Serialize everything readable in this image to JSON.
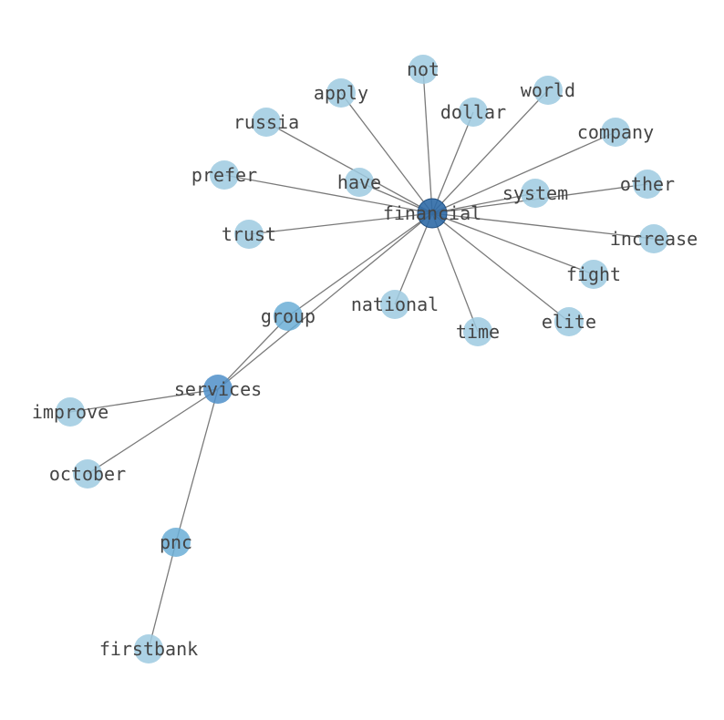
{
  "graph": {
    "nodes": [
      {
        "id": "financial",
        "label": "financial",
        "color": "#2f6aa6"
      },
      {
        "id": "not",
        "label": "not",
        "color": "#9ecae1"
      },
      {
        "id": "apply",
        "label": "apply",
        "color": "#9ecae1"
      },
      {
        "id": "dollar",
        "label": "dollar",
        "color": "#9ecae1"
      },
      {
        "id": "world",
        "label": "world",
        "color": "#9ecae1"
      },
      {
        "id": "russia",
        "label": "russia",
        "color": "#9ecae1"
      },
      {
        "id": "company",
        "label": "company",
        "color": "#9ecae1"
      },
      {
        "id": "prefer",
        "label": "prefer",
        "color": "#9ecae1"
      },
      {
        "id": "have",
        "label": "have",
        "color": "#9ecae1"
      },
      {
        "id": "system",
        "label": "system",
        "color": "#9ecae1"
      },
      {
        "id": "other",
        "label": "other",
        "color": "#9ecae1"
      },
      {
        "id": "trust",
        "label": "trust",
        "color": "#9ecae1"
      },
      {
        "id": "increase",
        "label": "increase",
        "color": "#9ecae1"
      },
      {
        "id": "fight",
        "label": "fight",
        "color": "#9ecae1"
      },
      {
        "id": "national",
        "label": "national",
        "color": "#9ecae1"
      },
      {
        "id": "group",
        "label": "group",
        "color": "#6baed6"
      },
      {
        "id": "time",
        "label": "time",
        "color": "#9ecae1"
      },
      {
        "id": "elite",
        "label": "elite",
        "color": "#9ecae1"
      },
      {
        "id": "services",
        "label": "services",
        "color": "#4f8fc9"
      },
      {
        "id": "improve",
        "label": "improve",
        "color": "#9ecae1"
      },
      {
        "id": "october",
        "label": "october",
        "color": "#9ecae1"
      },
      {
        "id": "pnc",
        "label": "pnc",
        "color": "#6baed6"
      },
      {
        "id": "firstbank",
        "label": "firstbank",
        "color": "#9ecae1"
      }
    ],
    "edges": [
      [
        "financial",
        "not"
      ],
      [
        "financial",
        "apply"
      ],
      [
        "financial",
        "dollar"
      ],
      [
        "financial",
        "world"
      ],
      [
        "financial",
        "russia"
      ],
      [
        "financial",
        "company"
      ],
      [
        "financial",
        "prefer"
      ],
      [
        "financial",
        "have"
      ],
      [
        "financial",
        "system"
      ],
      [
        "financial",
        "other"
      ],
      [
        "financial",
        "trust"
      ],
      [
        "financial",
        "increase"
      ],
      [
        "financial",
        "fight"
      ],
      [
        "financial",
        "national"
      ],
      [
        "financial",
        "group"
      ],
      [
        "financial",
        "time"
      ],
      [
        "financial",
        "elite"
      ],
      [
        "financial",
        "services"
      ],
      [
        "group",
        "services"
      ],
      [
        "services",
        "improve"
      ],
      [
        "services",
        "october"
      ],
      [
        "services",
        "pnc"
      ],
      [
        "pnc",
        "firstbank"
      ]
    ]
  }
}
